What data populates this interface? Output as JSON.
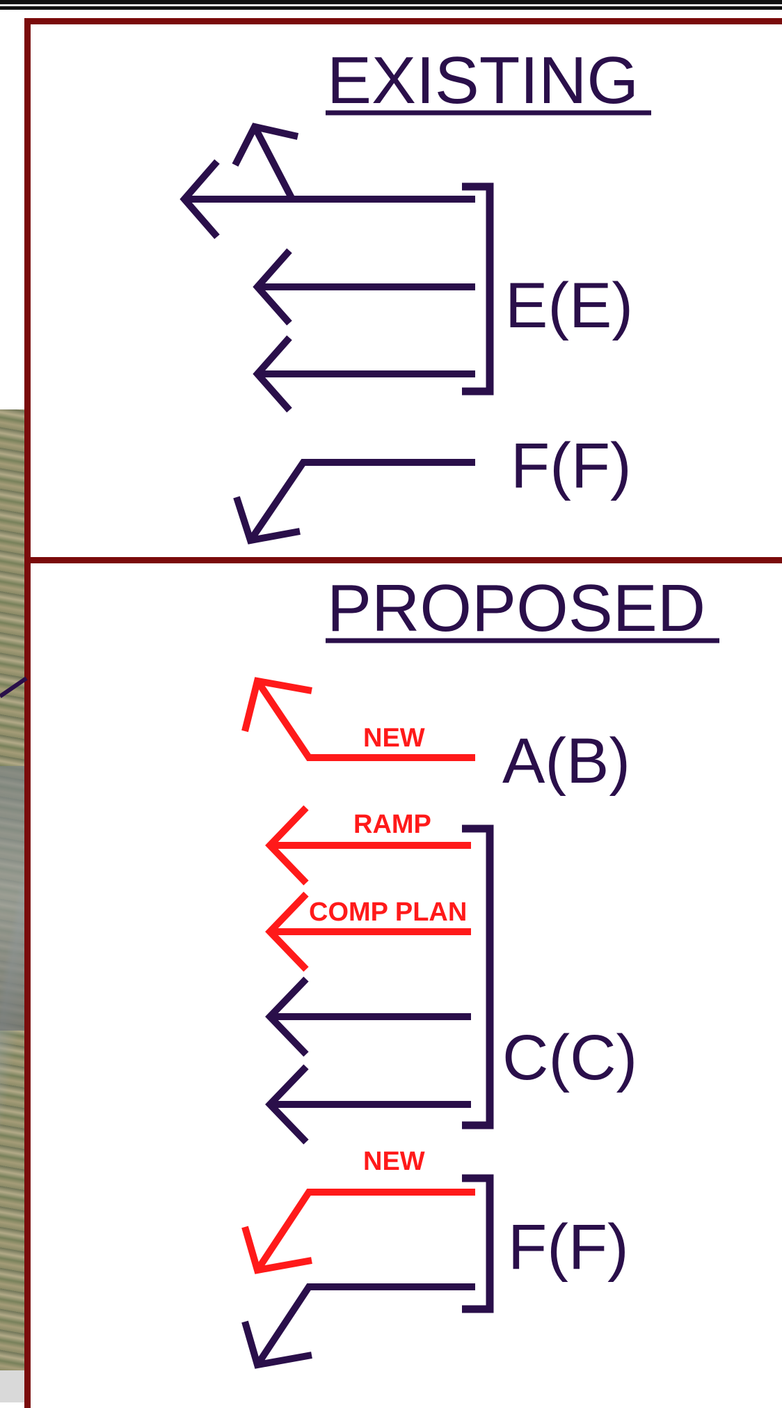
{
  "colors": {
    "frame": "#7a0b0b",
    "existing_lane": "#2a0f4a",
    "new_lane": "#ff1a1a",
    "background": "#ffffff"
  },
  "existing": {
    "heading": "EXISTING",
    "group_label_1": "E(E)",
    "group_label_2": "F(F)"
  },
  "proposed": {
    "heading": "PROPOSED",
    "group_label_1": "A(B)",
    "group_label_2": "C(C)",
    "group_label_3": "F(F)",
    "note_new_1": "NEW",
    "note_ramp": "RAMP",
    "note_comp_plan": "COMP PLAN",
    "note_new_2": "NEW"
  },
  "icons": {
    "left_arrow": "left-arrow-icon",
    "left_diagonal_arrow": "up-left-arrow-icon",
    "down_left_arrow": "down-left-arrow-icon"
  }
}
